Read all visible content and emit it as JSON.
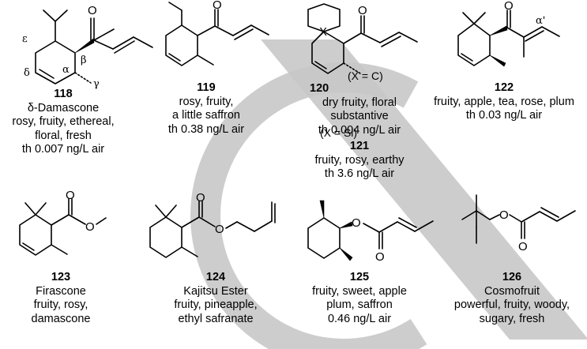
{
  "compounds": [
    {
      "id": "118",
      "lines": [
        "δ-Damascone",
        "rosy, fruity, ethereal,",
        "floral, fresh",
        "th 0.007 ng/L air"
      ]
    },
    {
      "id": "119",
      "lines": [
        "rosy, fruity,",
        "a little saffron",
        "th 0.38 ng/L air"
      ]
    },
    {
      "id": "120",
      "lines": [
        "dry fruity, floral",
        "substantive",
        "th 0.004 ng/L air"
      ]
    },
    {
      "id": "121",
      "lines": [
        "fruity, rosy, earthy",
        "th 3.6 ng/L air"
      ]
    },
    {
      "id": "122",
      "lines": [
        "fruity, apple, tea, rose, plum",
        "th 0.03 ng/L air"
      ]
    },
    {
      "id": "123",
      "lines": [
        "Firascone",
        "fruity, rosy,",
        "damascone"
      ]
    },
    {
      "id": "124",
      "lines": [
        "Kajitsu Ester",
        "fruity, pineapple,",
        "ethyl safranate"
      ]
    },
    {
      "id": "125",
      "lines": [
        "fruity, sweet, apple",
        "plum, saffron",
        "0.46 ng/L air"
      ]
    },
    {
      "id": "126",
      "lines": [
        "Cosmofruit",
        "powerful, fruity, woody,",
        "sugary, fresh"
      ]
    }
  ],
  "notes": {
    "x_c": "(X = C)",
    "x_si": "(X = Si)"
  },
  "atoms": {
    "oxygen": "O",
    "x": "X"
  },
  "position_labels": {
    "epsilon": "ε",
    "delta": "δ",
    "alpha": "α",
    "beta": "β",
    "gamma": "γ",
    "alpha_prime": "α'"
  },
  "colors": {
    "watermark": "#c8c8c8",
    "ink": "#000000"
  }
}
